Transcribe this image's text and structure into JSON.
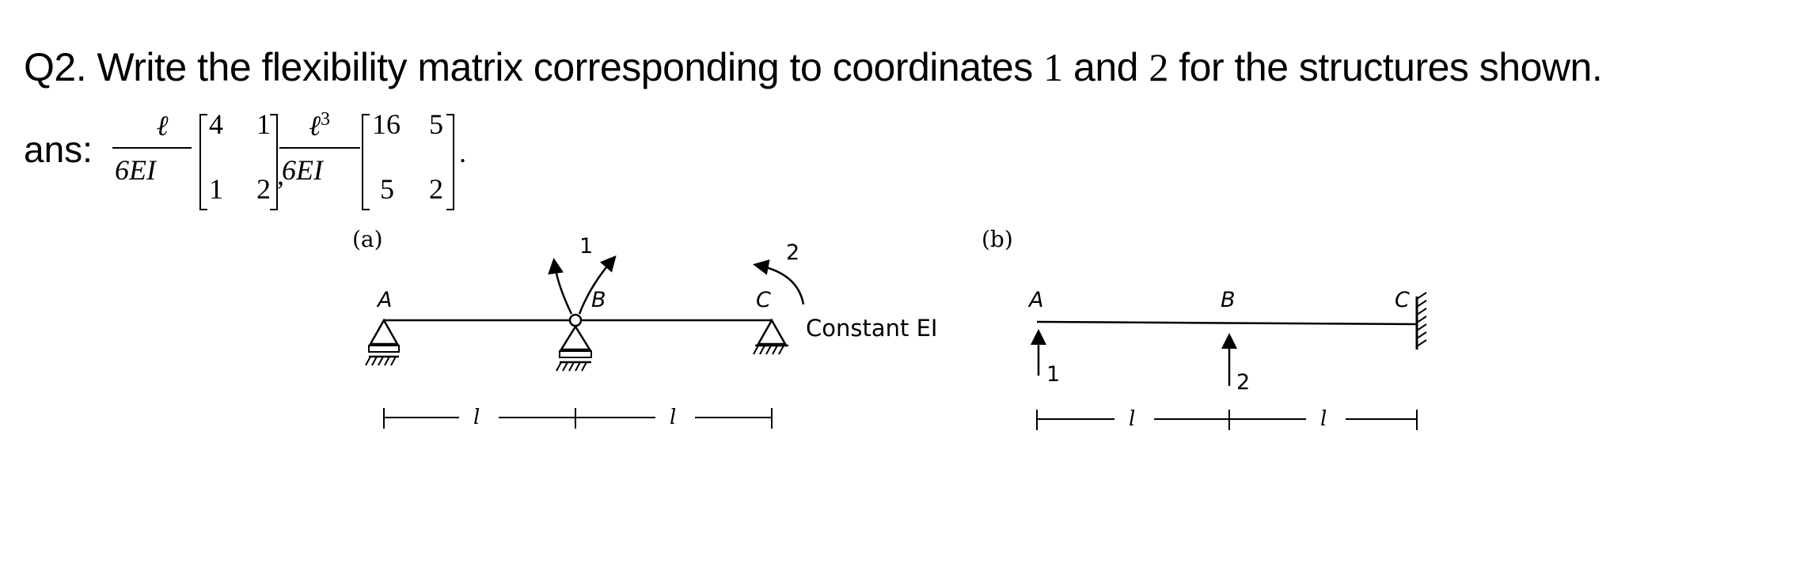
{
  "question": {
    "prefix": "Q2. Write the flexibility matrix corresponding to coordinates",
    "coord1": "1",
    "connector": "and",
    "coord2": "2",
    "suffix": "for the structures shown."
  },
  "answer": {
    "label": "ans:",
    "first": {
      "numerator": "ℓ",
      "denominator": "6EI",
      "matrix": [
        [
          "4",
          "1"
        ],
        [
          "1",
          "2"
        ]
      ]
    },
    "separator": ",",
    "second": {
      "numerator_base": "ℓ",
      "numerator_exp": "3",
      "denominator": "6EI",
      "matrix": [
        [
          "16",
          "5"
        ],
        [
          "5",
          "2"
        ]
      ]
    },
    "terminator": "."
  },
  "figure_a": {
    "label": "(a)",
    "points": [
      "A",
      "B",
      "C"
    ],
    "coordinates": [
      "1",
      "2"
    ],
    "note": "Constant EI",
    "spans": [
      "l",
      "l"
    ]
  },
  "figure_b": {
    "label": "(b)",
    "points": [
      "A",
      "B",
      "C"
    ],
    "coordinates": [
      "1",
      "2"
    ],
    "spans": [
      "l",
      "l"
    ]
  }
}
